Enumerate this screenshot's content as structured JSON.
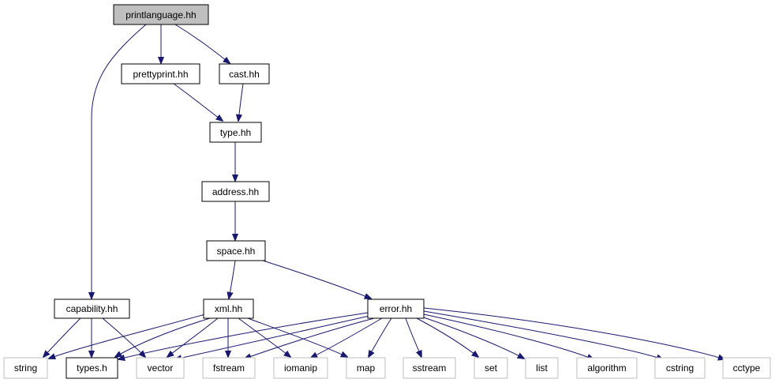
{
  "nodes": {
    "printlanguage": "printlanguage.hh",
    "prettyprint": "prettyprint.hh",
    "cast": "cast.hh",
    "type": "type.hh",
    "address": "address.hh",
    "space": "space.hh",
    "capability": "capability.hh",
    "xml": "xml.hh",
    "error": "error.hh",
    "string": "string",
    "types": "types.h",
    "vector": "vector",
    "fstream": "fstream",
    "iomanip": "iomanip",
    "map": "map",
    "sstream": "sstream",
    "set": "set",
    "list": "list",
    "algorithm": "algorithm",
    "cstring": "cstring",
    "cctype": "cctype"
  },
  "colors": {
    "root_fill": "#bfbfbf",
    "edge": "#191970",
    "system_header_border": "#bfbfbf",
    "project_header_border": "#000000"
  }
}
